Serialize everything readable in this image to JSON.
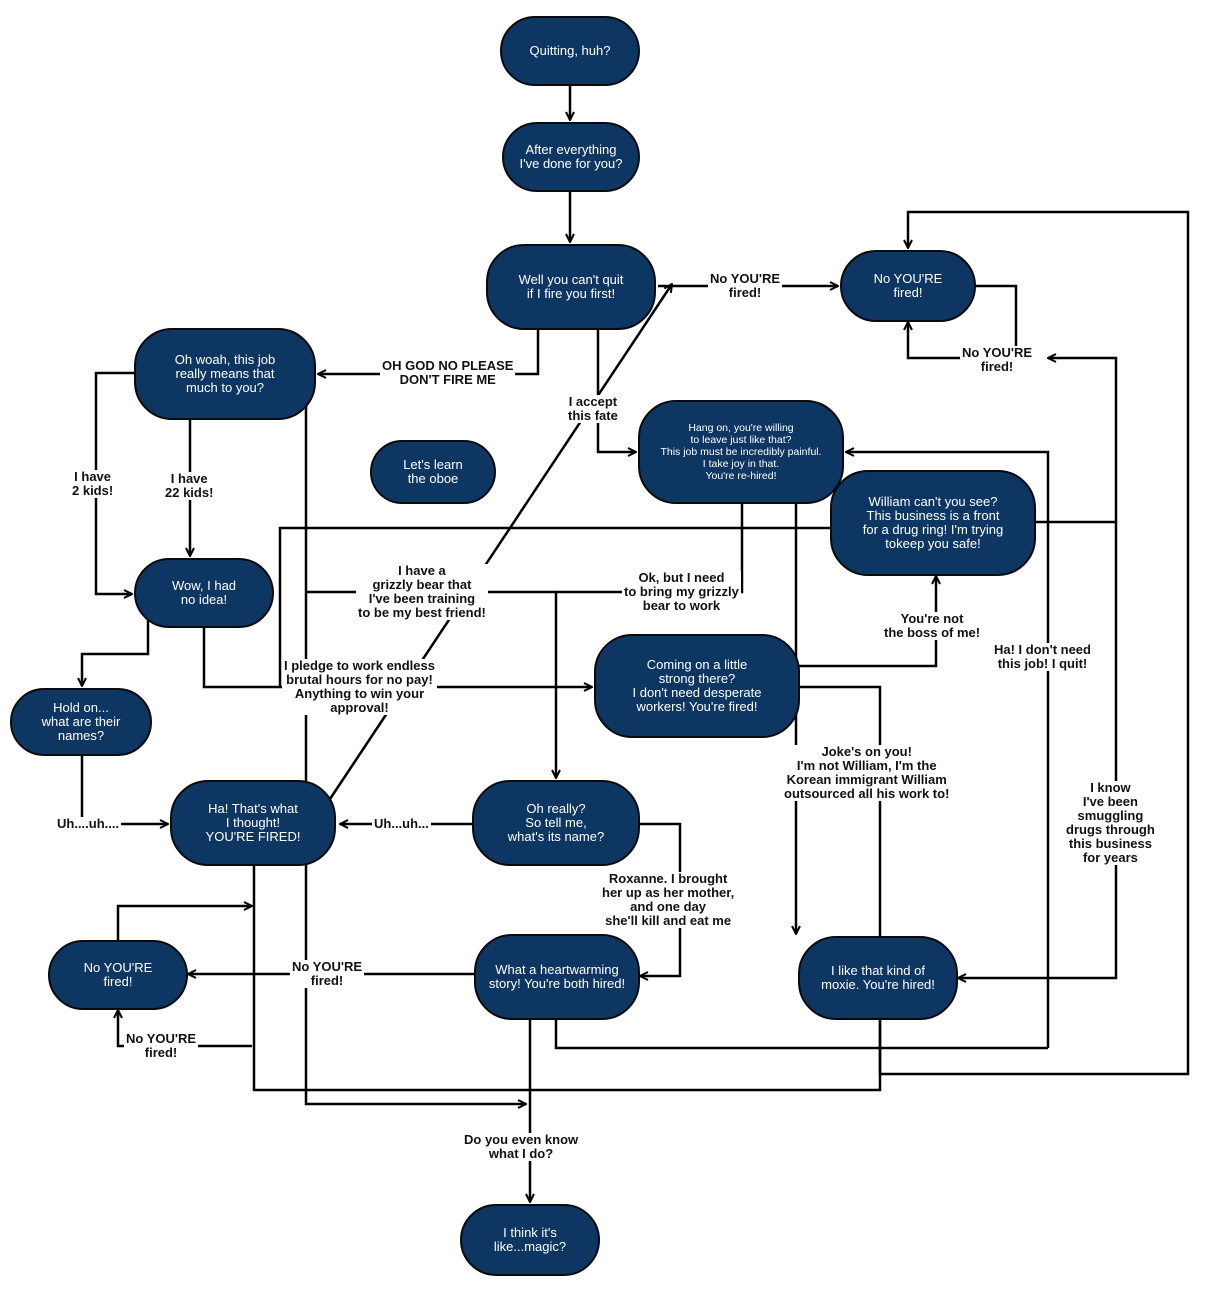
{
  "colors": {
    "node_fill": "#0e3663",
    "node_text": "#ffffff",
    "line": "#000000"
  },
  "nodes": {
    "quitting": "Quitting, huh?",
    "after_everything": "After everything\nI've done for you?",
    "cant_quit": "Well you can't quit\nif I fire you first!",
    "no_youre_fired_top": "No YOU'RE\nfired!",
    "oh_woah": "Oh woah, this job\nreally means that\nmuch to you?",
    "lets_learn_oboe": "Let's learn\nthe oboe",
    "hang_on": "Hang on, you're willing\nto leave just like that?\nThis job must be incredibly painful.\nI take joy in that.\nYou're re-hired!",
    "william": "William can't you see?\nThis business is a front\nfor a drug ring! I'm trying\ntokeep you safe!",
    "wow_no_idea": "Wow, I had\nno idea!",
    "coming_on_strong": "Coming on a little\nstrong there?\nI don't need desperate\nworkers! You're fired!",
    "hold_on": "Hold on...\nwhat are their\nnames?",
    "ha_fired": "Ha! That's what\nI thought!\nYOU'RE FIRED!",
    "oh_really": "Oh really?\nSo tell me,\nwhat's its name?",
    "no_youre_fired_left": "No YOU'RE\nfired!",
    "heartwarming": "What a heartwarming\nstory! You're both hired!",
    "moxie": "I like that kind of\nmoxie. You're hired!",
    "magic": "I think it's\nlike...magic?"
  },
  "labels": {
    "no_fired_1": "No YOU'RE\nfired!",
    "no_fired_2": "No YOU'RE\nfired!",
    "oh_god": "OH GOD NO PLEASE\nDON'T FIRE ME",
    "accept_fate": "I accept\nthis fate",
    "two_kids": "I have\n2 kids!",
    "twentytwo_kids": "I have\n22 kids!",
    "grizzly": "I have a\ngrizzly bear that\nI've been training\nto be my best friend!",
    "bring_bear": "Ok, but I need\nto bring my grizzly\nbear to work",
    "not_boss": "You're not\nthe boss of me!",
    "dont_need_job": "Ha! I don't need\nthis job! I quit!",
    "pledge": "I pledge to work endless\nbrutal hours for no pay!\nAnything to win your\napproval!",
    "jokes_on_you": "Joke's on you!\nI'm not William, I'm the\nKorean immigrant William\noutsourced all his work to!",
    "know_smuggling": "I know\nI've been\nsmuggling\ndrugs through\nthis business\nfor years",
    "uh_uh_1": "Uh....uh....",
    "uh_uh_2": "Uh...uh...",
    "roxanne": "Roxanne. I brought\nher up as her mother,\nand one day\nshe'll kill and eat me",
    "no_fired_3": "No YOU'RE\nfired!",
    "no_fired_4": "No YOU'RE\nfired!",
    "do_you_know": "Do you even know\nwhat I do?"
  }
}
